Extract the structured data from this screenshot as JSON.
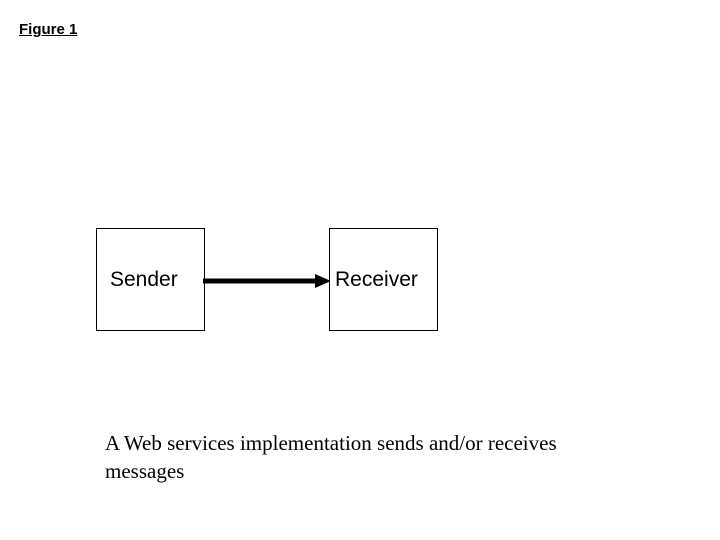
{
  "figure": {
    "title": "Figure 1",
    "caption": "A Web services implementation sends and/or receives messages",
    "background_color": "#ffffff",
    "stroke_color": "#000000"
  },
  "diagram": {
    "type": "flow",
    "nodes": [
      {
        "id": "sender",
        "label": "Sender"
      },
      {
        "id": "receiver",
        "label": "Receiver"
      }
    ],
    "edges": [
      {
        "from": "sender",
        "to": "receiver",
        "label": "",
        "style": "solid-arrow"
      }
    ]
  }
}
